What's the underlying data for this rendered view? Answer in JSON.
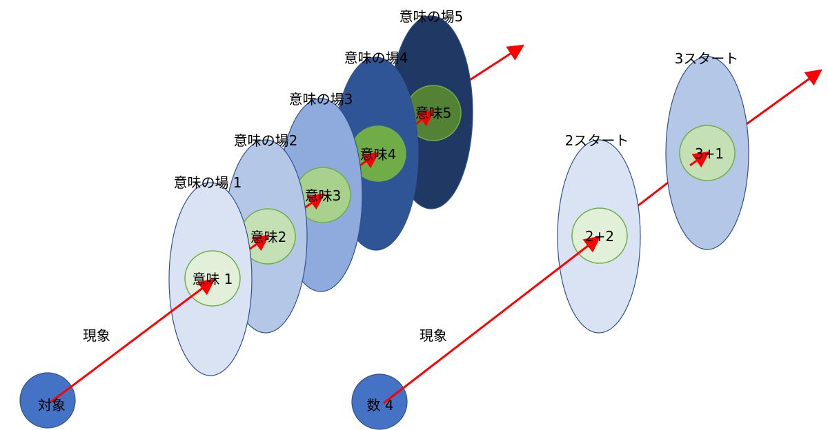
{
  "colors": {
    "arrow": "#ff0000",
    "ellipse_stroke": "#2f528f",
    "inner_stroke": "#70ad47"
  },
  "left": {
    "object": {
      "label": "対象",
      "fill": "#4472c4"
    },
    "phenomenon_label": "現象",
    "fields": [
      {
        "label": "意味の場 1",
        "inner": "意味 1",
        "fill": "#dae3f3",
        "inner_fill": "#e2f0d9"
      },
      {
        "label": "意味の場2",
        "inner": "意味2",
        "fill": "#b4c7e7",
        "inner_fill": "#c5e0b4"
      },
      {
        "label": "意味の場3",
        "inner": "意味3",
        "fill": "#8faadc",
        "inner_fill": "#a9d18e"
      },
      {
        "label": "意味の場4",
        "inner": "意味4",
        "fill": "#2f5597",
        "inner_fill": "#70ad47"
      },
      {
        "label": "意味の場5",
        "inner": "意味5",
        "fill": "#203864",
        "inner_fill": "#548235"
      }
    ]
  },
  "right": {
    "object": {
      "label": "数 4",
      "fill": "#4472c4"
    },
    "phenomenon_label": "現象",
    "fields": [
      {
        "label": "2スタート",
        "inner": "2+2",
        "fill": "#dae3f3",
        "inner_fill": "#e2f0d9"
      },
      {
        "label": "3スタート",
        "inner": "3+1",
        "fill": "#b4c7e7",
        "inner_fill": "#c5e0b4"
      }
    ]
  }
}
